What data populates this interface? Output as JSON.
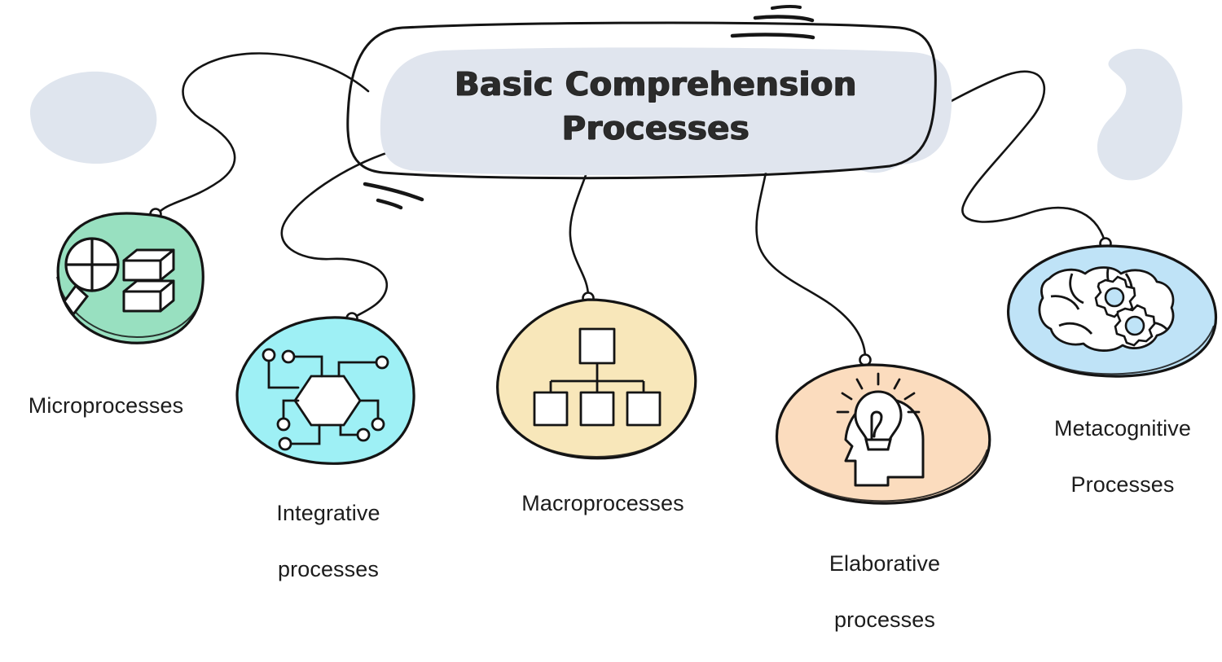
{
  "diagram": {
    "type": "mind-map",
    "title": "Basic Comprehension Processes",
    "title_lines": [
      "Basic Comprehension",
      "Processes"
    ],
    "title_box": {
      "fill": "#E0E5EE",
      "outline": "#1a1a1a",
      "style": "hand-drawn rounded rectangle"
    },
    "background": "#ffffff",
    "decor_blobs": [
      {
        "name": "left-decor-blob",
        "fill": "#DFE5EE"
      },
      {
        "name": "right-decor-blob",
        "fill": "#DFE5EE"
      },
      {
        "name": "center-right-decor-blob",
        "fill": "#DFE5EE"
      }
    ],
    "accent_marks": {
      "top_right_dashes": 3,
      "bottom_left_dashes": 2,
      "color": "#161616"
    },
    "connector_color": "#141414",
    "nodes": [
      {
        "id": "microprocesses",
        "label": "Microprocesses",
        "label_lines": [
          "Microprocesses"
        ],
        "fill": "#98E0C0",
        "stroke": "#141414",
        "icon": "magnifier-boxes-icon",
        "icon_parts": [
          "magnifying-glass",
          "stacked-boxes"
        ]
      },
      {
        "id": "integrative-processes",
        "label": "Integrative processes",
        "label_lines": [
          "Integrative",
          "processes"
        ],
        "fill": "#9EF0F5",
        "stroke": "#141414",
        "icon": "circuit-hexagon-icon",
        "icon_parts": [
          "hexagon-core",
          "circuit-traces",
          "circuit-nodes"
        ]
      },
      {
        "id": "macroprocesses",
        "label": "Macroprocesses",
        "label_lines": [
          "Macroprocesses"
        ],
        "fill": "#F8E7BA",
        "stroke": "#141414",
        "icon": "hierarchy-chart-icon",
        "icon_parts": [
          "parent-box",
          "three-child-boxes",
          "connector-lines"
        ]
      },
      {
        "id": "elaborative-processes",
        "label": "Elaborative processes",
        "label_lines": [
          "Elaborative",
          "processes"
        ],
        "fill": "#FBDCBE",
        "stroke": "#141414",
        "icon": "head-lightbulb-icon",
        "icon_parts": [
          "head-silhouette",
          "lightbulb",
          "light-rays"
        ]
      },
      {
        "id": "metacognitive-processes",
        "label": "Metacognitive Processes",
        "label_lines": [
          "Metacognitive",
          "Processes"
        ],
        "fill": "#BFE3F7",
        "stroke": "#141414",
        "icon": "brain-gears-icon",
        "icon_parts": [
          "brain-outline",
          "gear-large",
          "gear-small"
        ]
      }
    ]
  }
}
